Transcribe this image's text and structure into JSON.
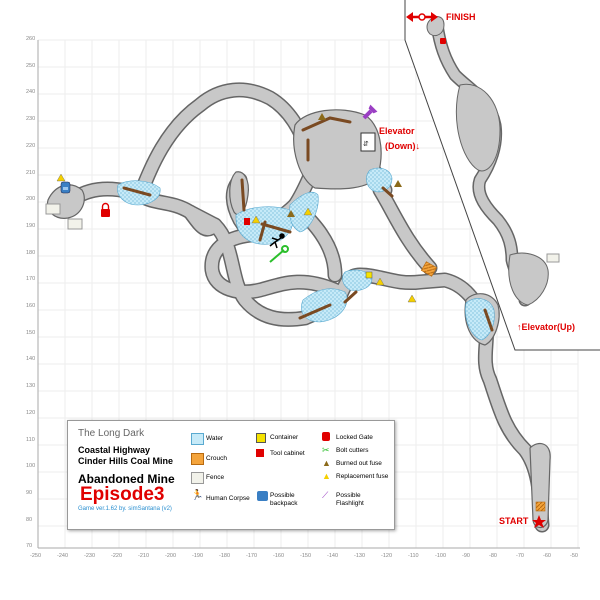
{
  "labels": {
    "finish": "FINISH",
    "start": "START",
    "elevator_down": "Elevator",
    "elevator_down_dir": "(Down)↓",
    "elevator_up": "↑Elevator(Up)"
  },
  "legend": {
    "game": "The Long Dark",
    "region_line1": "Coastal Highway",
    "region_line2": "Cinder Hills Coal Mine",
    "area": "Abandoned Mine",
    "episode": "Episode3",
    "version": "Game ver.1.62 by. simSantana (v2)",
    "items": {
      "water": "Water",
      "crouch": "Crouch",
      "fence": "Fence",
      "human_corpse": "Human Corpse",
      "possible_backpack_1": "Possible",
      "possible_backpack_2": "backpack",
      "container": "Container",
      "tool_cabinet": "Tool cabinet",
      "locked_gate": "Locked Gate",
      "bolt_cutters": "Bolt cutters",
      "burned_fuse": "Burned out fuse",
      "replacement_fuse": "Replacement fuse",
      "possible_flashlight_1": "Possible",
      "possible_flashlight_2": "Flashlight"
    }
  },
  "axes": {
    "x_ticks": [
      "-250",
      "-240",
      "-230",
      "-220",
      "-210",
      "-200",
      "-190",
      "-180",
      "-170",
      "-160",
      "-150",
      "-140",
      "-130",
      "-120",
      "-110",
      "-100",
      "-90",
      "-80",
      "-70",
      "-60",
      "-50"
    ],
    "y_ticks": [
      "260",
      "250",
      "240",
      "230",
      "220",
      "210",
      "200",
      "190",
      "180",
      "170",
      "160",
      "150",
      "140",
      "130",
      "120",
      "110",
      "100",
      "90",
      "80",
      "70"
    ]
  },
  "colors": {
    "tunnel": "#c8c8c8",
    "tunnel_border": "#6e6e6e",
    "water": "#bfe6f5",
    "crouch": "#f08a1c",
    "fence": "#7a4a22",
    "accent_red": "#e00000",
    "grid": "#ececec"
  }
}
